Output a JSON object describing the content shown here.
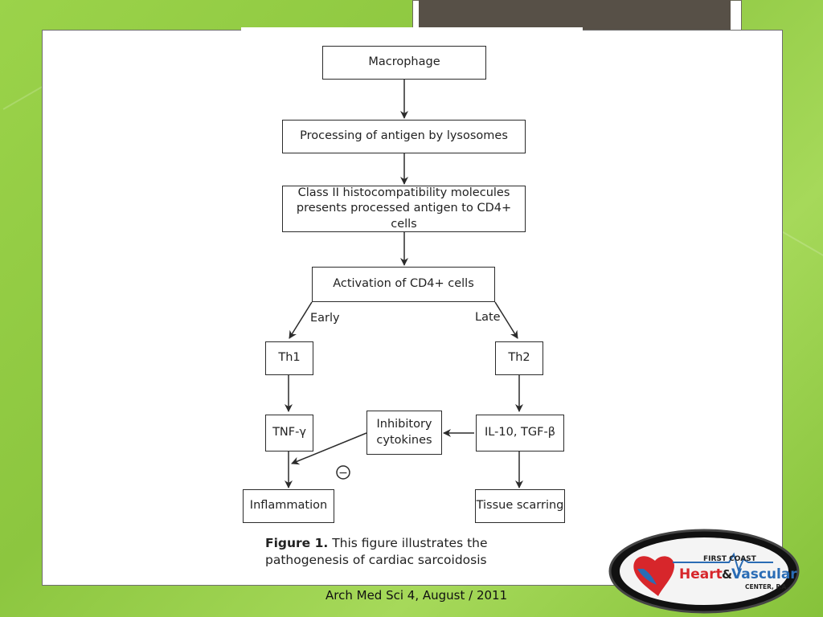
{
  "diagram": {
    "nodes": {
      "macrophage": "Macrophage",
      "processing": "Processing of antigen by lysosomes",
      "class2_line1": "Class II histocompatibility molecules",
      "class2_line2": "presents processed antigen to CD4+ cells",
      "activation": "Activation of CD4+ cells",
      "th1": "Th1",
      "th2": "Th2",
      "tnf": "TNF-γ",
      "il10": "IL-10, TGF-β",
      "inhibitory_line1": "Inhibitory",
      "inhibitory_line2": "cytokines",
      "inflammation": "Inflammation",
      "tissue_scarring": "Tissue scarring"
    },
    "edge_labels": {
      "early": "Early",
      "late": "Late",
      "inhibit_symbol": "−"
    },
    "caption": {
      "label": "Figure 1.",
      "text": " This figure illustrates the pathogenesis of cardiac sarcoidosis"
    }
  },
  "citation": "Arch Med Sci 4, August / 2011",
  "logo": {
    "line1": "FIRST COAST",
    "line2": "Heart",
    "amp": "&",
    "line3": "Vascular",
    "line4": "CENTER, P.A."
  },
  "colors": {
    "background": "#8cc63f",
    "title_box": "#575047",
    "logo_red": "#d7262b",
    "logo_blue": "#2a6cb5"
  }
}
